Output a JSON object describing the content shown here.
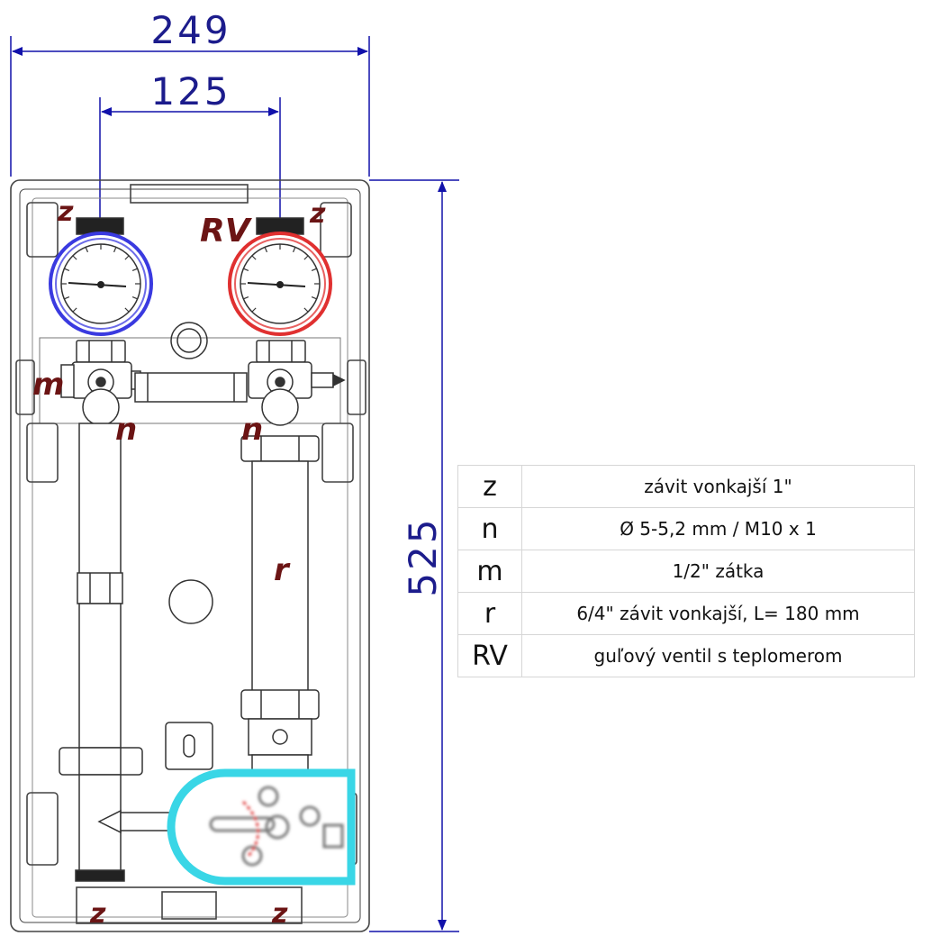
{
  "dimensions": {
    "total_width": "249",
    "spacing": "125",
    "height": "525"
  },
  "marks": {
    "z_top_left": "z",
    "rv": "RV",
    "z_top_right": "z",
    "m": "m",
    "n_left": "n",
    "n_right": "n",
    "r": "r",
    "z_bottom_left": "z",
    "z_bottom_right": "z"
  },
  "legend": [
    {
      "code": "z",
      "desc": "závit vonkajší 1\""
    },
    {
      "code": "n",
      "desc": "Ø 5-5,2 mm / M10 x 1"
    },
    {
      "code": "m",
      "desc": "1/2\" zátka"
    },
    {
      "code": "r",
      "desc": "6/4\" závit vonkajší, L= 180 mm"
    },
    {
      "code": "RV",
      "desc": "guľový ventil s teplomerom"
    }
  ],
  "gauge_colors": {
    "left": "#3a3ae0",
    "right": "#e03030"
  },
  "accent_colors": {
    "dimension": "#1c1c8c",
    "marks": "#6b1414",
    "highlight": "#39d6e6"
  }
}
